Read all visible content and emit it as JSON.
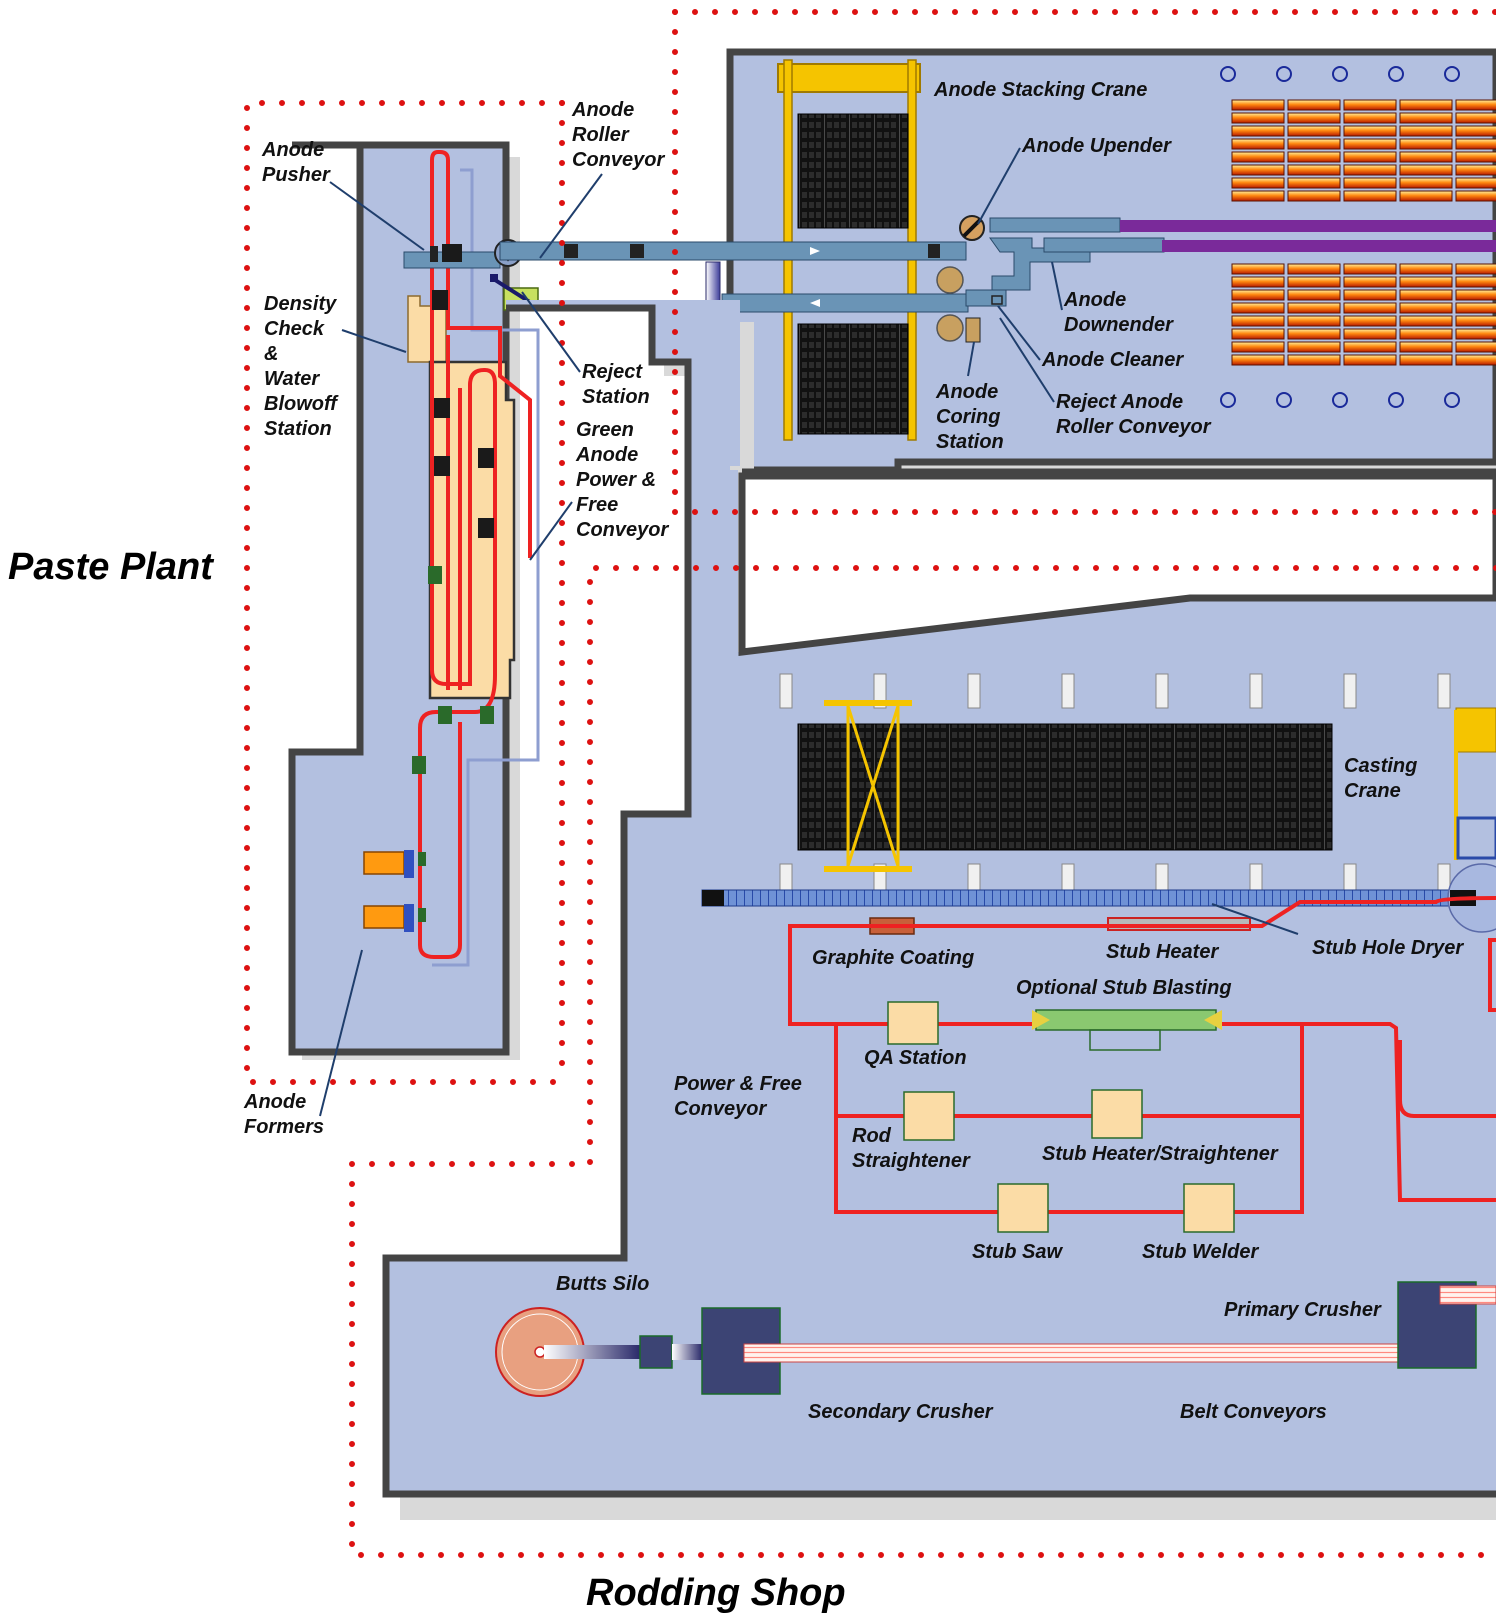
{
  "sections": {
    "paste_plant": "Paste Plant",
    "rodding_shop": "Rodding Shop"
  },
  "labels": {
    "anode_pusher": "Anode\nPusher",
    "anode_roller_conveyor": "Anode\nRoller\nConveyor",
    "density_check": "Density\nCheck\n&\nWater\nBlowoff\nStation",
    "reject_station": "Reject\nStation",
    "green_anode_conveyor": "Green\nAnode\nPower &\nFree\nConveyor",
    "anode_formers": "Anode\nFormers",
    "anode_stacking_crane": "Anode Stacking Crane",
    "anode_upender": "Anode Upender",
    "anode_downender": "Anode\nDownender",
    "anode_cleaner": "Anode Cleaner",
    "reject_anode_roller_conveyor": "Reject Anode\nRoller Conveyor",
    "anode_coring_station": "Anode\nCoring\nStation",
    "casting_crane": "Casting\nCrane",
    "graphite_coating": "Graphite Coating",
    "stub_heater": "Stub Heater",
    "stub_hole_dryer": "Stub Hole Dryer",
    "optional_stub_blasting": "Optional Stub Blasting",
    "qa_station": "QA Station",
    "power_free_conveyor": "Power & Free\nConveyor",
    "rod_straightener": "Rod\nStraightener",
    "stub_heater_straightener": "Stub Heater/Straightener",
    "stub_saw": "Stub Saw",
    "stub_welder": "Stub Welder",
    "butts_silo": "Butts Silo",
    "primary_crusher": "Primary Crusher",
    "secondary_crusher": "Secondary Crusher",
    "belt_conveyors": "Belt Conveyors"
  },
  "colors": {
    "floor": "#b3c0e0",
    "wall": "#444444",
    "conveyor_red": "#ee2222",
    "boundary_dots": "#dd1111",
    "crane_yellow": "#f5c400",
    "station_beige": "#fbdca6",
    "conveyor_blue": "#6a94b6",
    "furnace_purple": "#7a2a9a",
    "crusher_navy": "#3c4474"
  }
}
